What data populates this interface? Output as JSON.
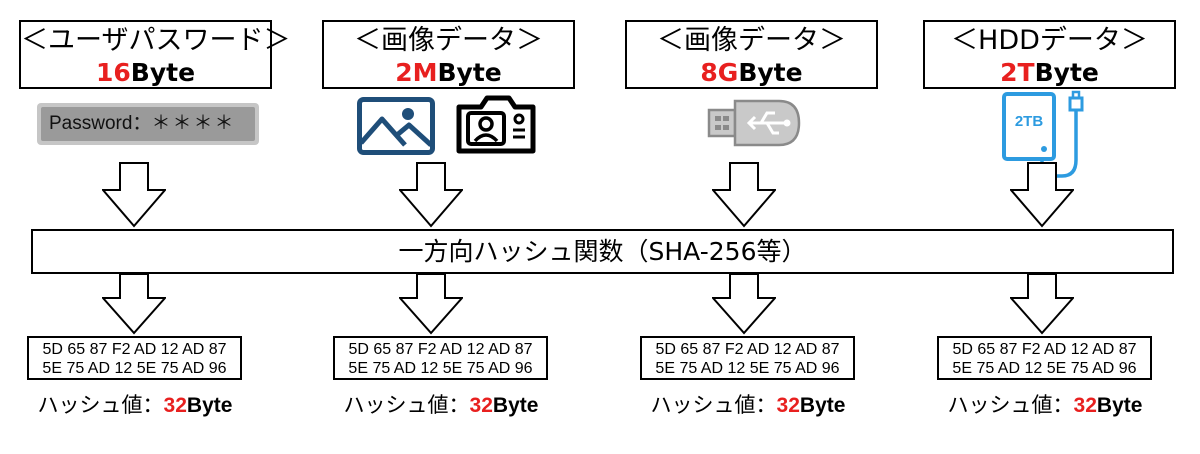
{
  "sources": [
    {
      "title": "＜ユーザパスワード＞",
      "size_num": "16",
      "size_unit": "Byte"
    },
    {
      "title": "＜画像データ＞",
      "size_num": "2M",
      "size_unit": "Byte"
    },
    {
      "title": "＜画像データ＞",
      "size_num": "8G",
      "size_unit": "Byte"
    },
    {
      "title": "＜HDDデータ＞",
      "size_num": "2T",
      "size_unit": "Byte"
    }
  ],
  "password_field": {
    "label": "Password：",
    "mask": "＊＊＊＊"
  },
  "hdd_label": "2TB",
  "hash_function": "一方向ハッシュ関数（SHA-256等）",
  "hash_output": {
    "line1": "5D 65 87 F2 AD 12 AD 87",
    "line2": "5E 75 AD 12 5E 75 AD 96"
  },
  "hash_value": {
    "label": "ハッシュ値：",
    "num": "32",
    "unit": "Byte"
  },
  "colors": {
    "highlight": "#e8201f",
    "image_icon": "#1f4e79",
    "usb_icon": "#8a8a8a",
    "hdd_icon": "#2d9be0"
  }
}
